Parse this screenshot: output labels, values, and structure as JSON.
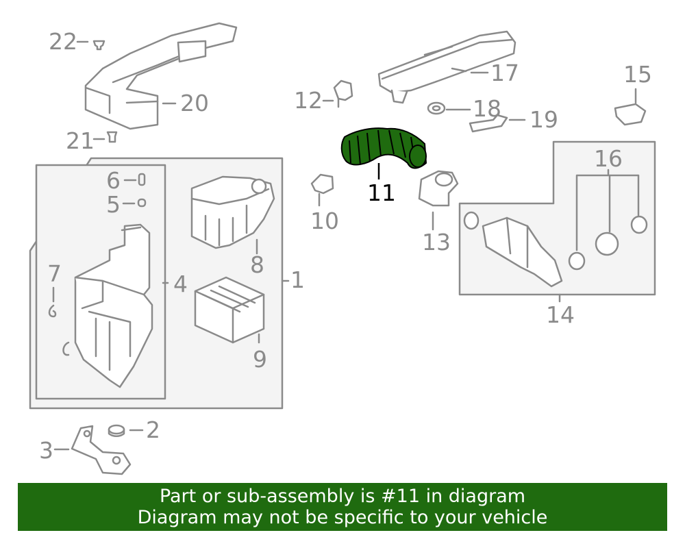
{
  "callouts": {
    "c1": "1",
    "c2": "2",
    "c3": "3",
    "c4": "4",
    "c5": "5",
    "c6": "6",
    "c7": "7",
    "c8": "8",
    "c9": "9",
    "c10": "10",
    "c11": "11",
    "c12": "12",
    "c13": "13",
    "c14": "14",
    "c15": "15",
    "c16": "16",
    "c17": "17",
    "c18": "18",
    "c19": "19",
    "c20": "20",
    "c21": "21",
    "c22": "22"
  },
  "highlight": {
    "part": "11",
    "color": "#1f6b0f",
    "banner_line1": "Part or sub-assembly is #11 in diagram",
    "banner_line2": "Diagram may not be specific to your vehicle"
  },
  "colors": {
    "line": "#8a8a8a",
    "group_fill": "#f4f4f4",
    "banner_bg": "#1f6b0f",
    "banner_text": "#ffffff"
  }
}
